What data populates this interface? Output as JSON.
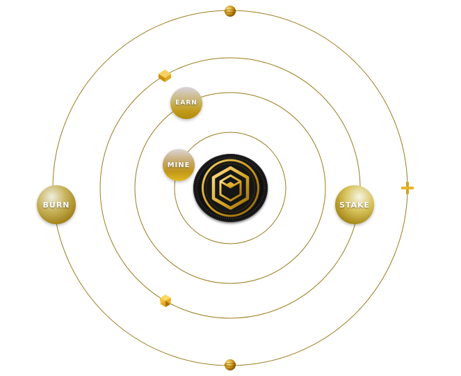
{
  "planets": {
    "burn": {
      "label": "BURN"
    },
    "stake": {
      "label": "STAKE"
    },
    "earn": {
      "label": "EARN"
    },
    "mine": {
      "label": "MINE"
    }
  },
  "center": {
    "icon": "hexagonal-cube-logo-icon"
  },
  "decorations": [
    "small-gold-sphere-icon",
    "gold-cube-icon",
    "gold-crystal-icon",
    "gold-cross-icon"
  ],
  "colors": {
    "orbit": "#9a7a1c",
    "gold": "#c9a227",
    "dark_gold": "#7a5c0c",
    "coin": "#111111"
  }
}
